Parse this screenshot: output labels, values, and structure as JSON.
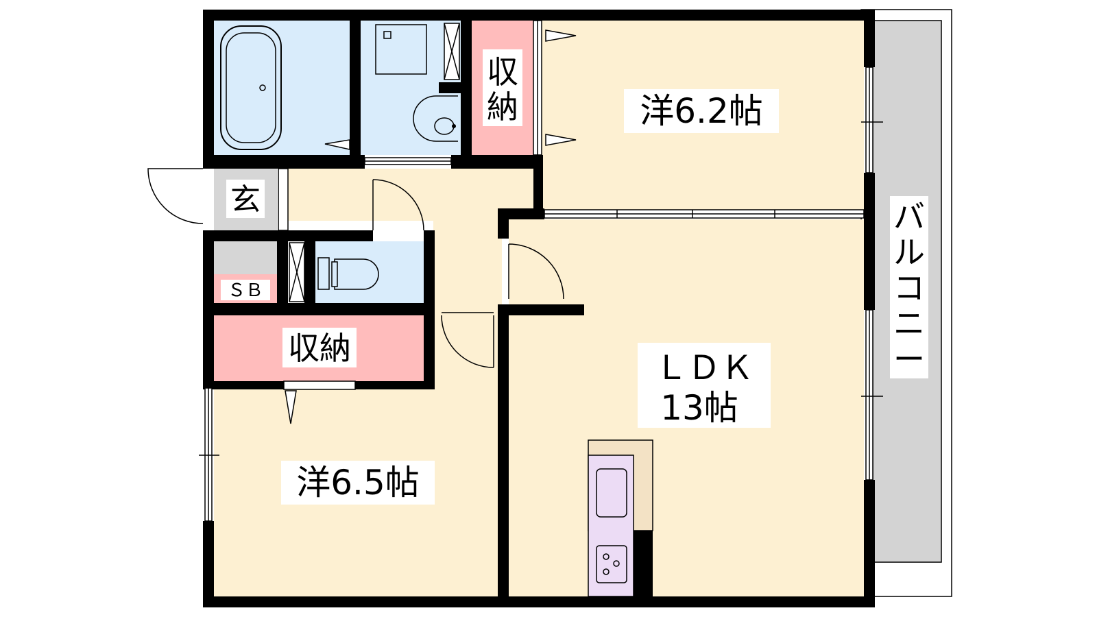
{
  "rooms": {
    "western_room_a": "洋6.2帖",
    "western_room_b": "洋6.5帖",
    "ldk_line1": "ＬＤＫ",
    "ldk_line2": "13帖",
    "storage_upper_line1": "収",
    "storage_upper_line2": "納",
    "storage_lower": "収納",
    "entrance": "玄",
    "shoe_box": "ＳＢ",
    "balcony": [
      "バ",
      "ル",
      "コ",
      "ニ",
      "ー"
    ]
  },
  "colors": {
    "wall": "#000000",
    "living_floor": "#fdf0d2",
    "wet_area": "#d9ecfb",
    "storage": "#ffbcbc",
    "entrance_floor": "#d6d6d6",
    "balcony": "#d3d3d3",
    "kitchen_counter": "#ecdcf5",
    "kitchen_back": "#f3e2c5"
  },
  "icons": [
    "bathtub-icon",
    "washbasin-icon",
    "washing-machine-icon",
    "toilet-icon",
    "sink-icon",
    "stove-icon"
  ]
}
